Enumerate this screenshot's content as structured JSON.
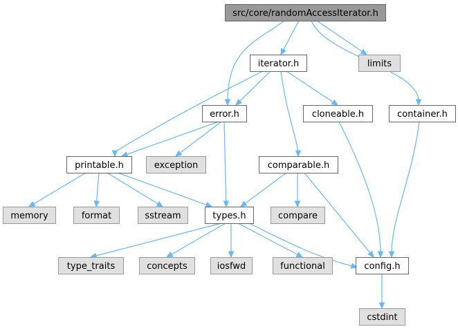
{
  "colors": {
    "root_fill": "#999999",
    "root_stroke": "#666666",
    "local_fill": "#ffffff",
    "local_stroke": "#666666",
    "system_fill": "#e0e0e0",
    "system_stroke": "#999999",
    "edge": "#63b8ff"
  },
  "nodes": [
    {
      "id": "root",
      "label": "src/core/randomAccessIterator.h",
      "kind": "root"
    },
    {
      "id": "iterator",
      "label": "iterator.h",
      "kind": "local"
    },
    {
      "id": "limits",
      "label": "limits",
      "kind": "system"
    },
    {
      "id": "error",
      "label": "error.h",
      "kind": "local"
    },
    {
      "id": "cloneable",
      "label": "cloneable.h",
      "kind": "local"
    },
    {
      "id": "container",
      "label": "container.h",
      "kind": "local"
    },
    {
      "id": "printable",
      "label": "printable.h",
      "kind": "local"
    },
    {
      "id": "exception",
      "label": "exception",
      "kind": "system"
    },
    {
      "id": "comparable",
      "label": "comparable.h",
      "kind": "local"
    },
    {
      "id": "memory",
      "label": "memory",
      "kind": "system"
    },
    {
      "id": "format",
      "label": "format",
      "kind": "system"
    },
    {
      "id": "sstream",
      "label": "sstream",
      "kind": "system"
    },
    {
      "id": "types",
      "label": "types.h",
      "kind": "local"
    },
    {
      "id": "compare",
      "label": "compare",
      "kind": "system"
    },
    {
      "id": "type_traits",
      "label": "type_traits",
      "kind": "system"
    },
    {
      "id": "concepts",
      "label": "concepts",
      "kind": "system"
    },
    {
      "id": "iosfwd",
      "label": "iosfwd",
      "kind": "system"
    },
    {
      "id": "functional",
      "label": "functional",
      "kind": "system"
    },
    {
      "id": "config",
      "label": "config.h",
      "kind": "local"
    },
    {
      "id": "cstdint",
      "label": "cstdint",
      "kind": "system"
    }
  ],
  "edges": [
    [
      "root",
      "iterator"
    ],
    [
      "root",
      "limits"
    ],
    [
      "root",
      "error"
    ],
    [
      "root",
      "container"
    ],
    [
      "iterator",
      "error"
    ],
    [
      "iterator",
      "cloneable"
    ],
    [
      "iterator",
      "printable"
    ],
    [
      "iterator",
      "comparable"
    ],
    [
      "error",
      "printable"
    ],
    [
      "error",
      "exception"
    ],
    [
      "error",
      "types"
    ],
    [
      "printable",
      "memory"
    ],
    [
      "printable",
      "format"
    ],
    [
      "printable",
      "sstream"
    ],
    [
      "printable",
      "types"
    ],
    [
      "comparable",
      "types"
    ],
    [
      "comparable",
      "compare"
    ],
    [
      "comparable",
      "config"
    ],
    [
      "cloneable",
      "config"
    ],
    [
      "container",
      "config"
    ],
    [
      "types",
      "type_traits"
    ],
    [
      "types",
      "concepts"
    ],
    [
      "types",
      "iosfwd"
    ],
    [
      "types",
      "functional"
    ],
    [
      "types",
      "config"
    ],
    [
      "config",
      "cstdint"
    ]
  ]
}
